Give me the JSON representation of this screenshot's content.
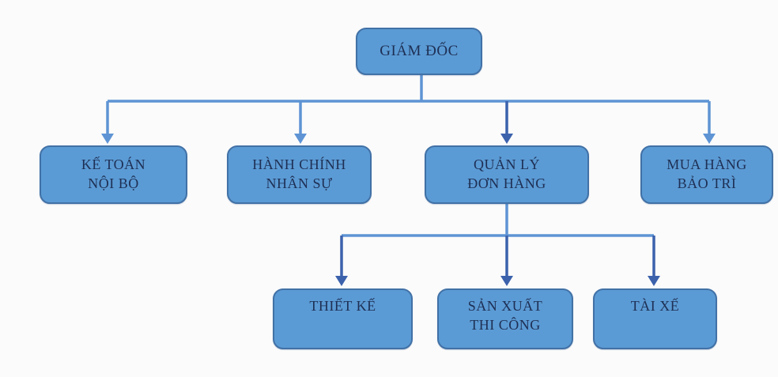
{
  "diagram": {
    "type": "org-chart",
    "language": "vi",
    "nodes": {
      "director": {
        "label": "GIÁM ĐỐC",
        "level": 1
      },
      "accounting": {
        "label": "KẾ TOÁN\nNỘI BỘ",
        "level": 2
      },
      "admin_hr": {
        "label": "HÀNH CHÍNH\nNHÂN SỰ",
        "level": 2
      },
      "order_management": {
        "label": "QUẢN LÝ\nĐƠN HÀNG",
        "level": 2
      },
      "purchasing_maintenance": {
        "label": "MUA HÀNG\nBẢO TRÌ",
        "level": 2
      },
      "design": {
        "label": "THIẾT KẾ",
        "level": 3
      },
      "production_construction": {
        "label": "SẢN XUẤT\nTHI CÔNG",
        "level": 3
      },
      "driver": {
        "label": "TÀI XẾ",
        "level": 3
      }
    },
    "edges": [
      {
        "from": "director",
        "to": [
          "accounting",
          "admin_hr",
          "order_management",
          "purchasing_maintenance"
        ]
      },
      {
        "from": "order_management",
        "to": [
          "design",
          "production_construction",
          "driver"
        ]
      }
    ],
    "colors": {
      "node_fill": "#5B9BD5",
      "node_border": "#4171A6",
      "text": "#1E2F54",
      "connector_light": "#5E94D4",
      "connector_dark": "#3C62AC",
      "background": "#FBFBFB"
    }
  }
}
